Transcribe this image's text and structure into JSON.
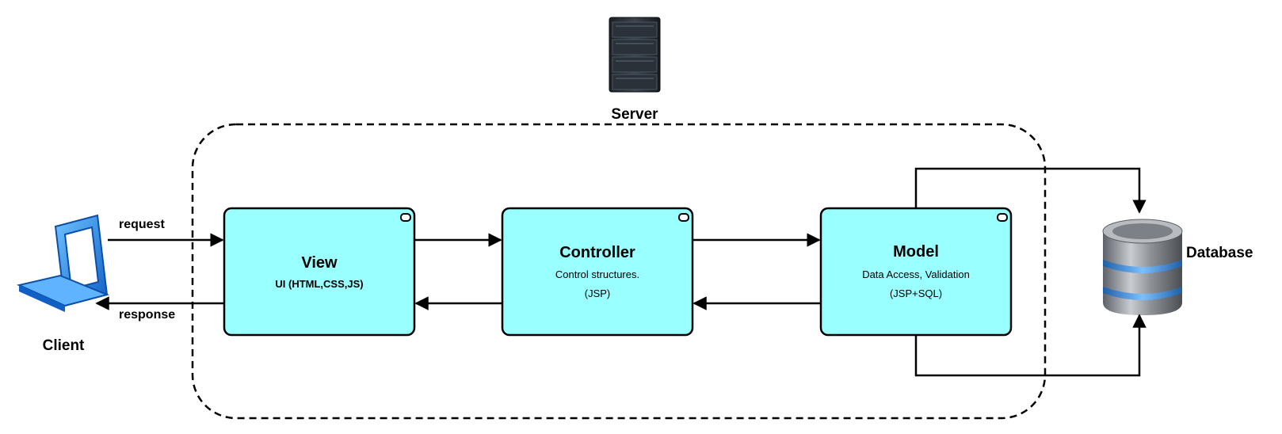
{
  "labels": {
    "server": "Server",
    "client": "Client",
    "database": "Database",
    "request": "request",
    "response": "response"
  },
  "components": {
    "view": {
      "title": "View",
      "line1": "UI (HTML,CSS,JS)",
      "line2": ""
    },
    "controller": {
      "title": "Controller",
      "line1": "Control structures.",
      "line2": "(JSP)"
    },
    "model": {
      "title": "Model",
      "line1": "Data Access, Validation",
      "line2": "(JSP+SQL)"
    }
  },
  "icons": {
    "server": "server-rack-icon",
    "client": "laptop-icon",
    "database": "database-cylinder-icon",
    "component": "component-port-icon"
  },
  "colors": {
    "box_fill": "#99FFFF",
    "stroke": "#000000",
    "laptop_blue": "#1E7FE0",
    "db_gray": "#8A8F95",
    "db_band": "#3F8FD8"
  }
}
